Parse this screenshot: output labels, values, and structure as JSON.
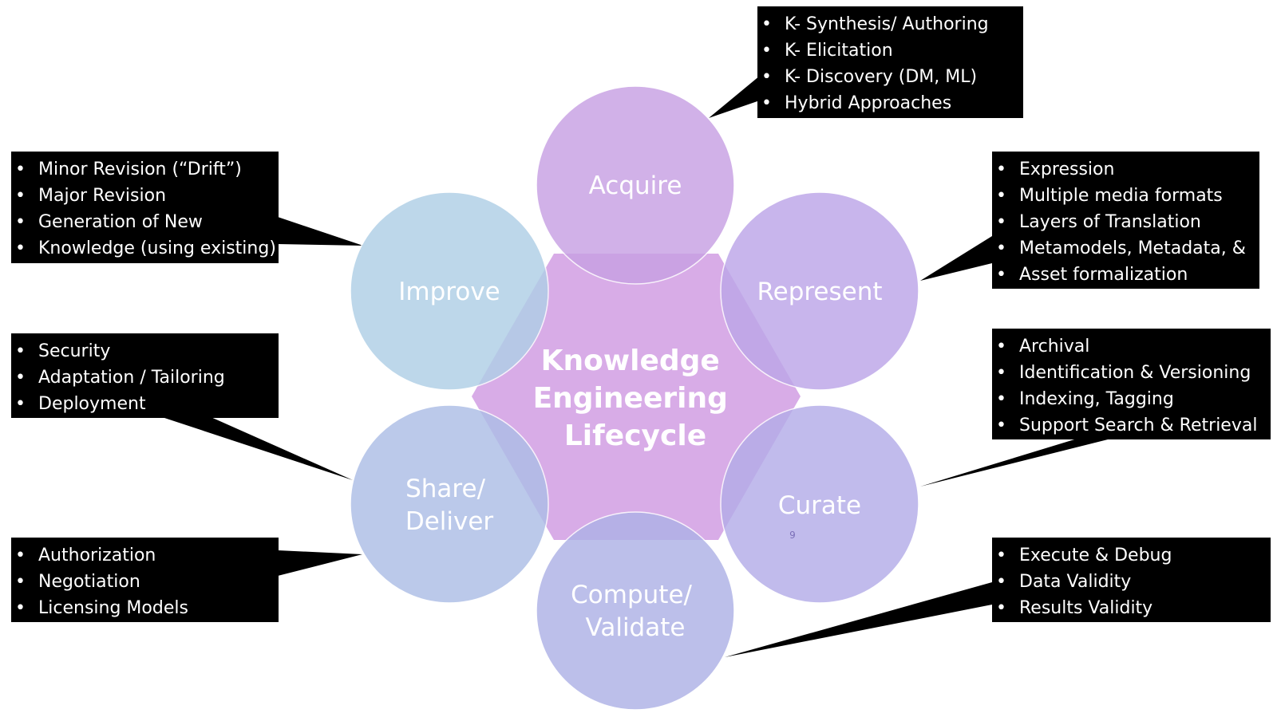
{
  "center": {
    "lines": [
      "Knowledge",
      "Engineering",
      "Lifecycle"
    ],
    "color": "#d6a8e6"
  },
  "nodes": [
    {
      "id": "acquire",
      "lines": [
        "Acquire"
      ],
      "color": "#c8a1e3"
    },
    {
      "id": "represent",
      "lines": [
        "Represent"
      ],
      "color": "#bca6e8"
    },
    {
      "id": "curate",
      "lines": [
        "Curate"
      ],
      "color": "#b4ade8"
    },
    {
      "id": "compute",
      "lines": [
        "Compute/",
        "Validate"
      ],
      "color": "#aeb2e6"
    },
    {
      "id": "share",
      "lines": [
        "Share/",
        "Deliver"
      ],
      "color": "#adbee6"
    },
    {
      "id": "improve",
      "lines": [
        "Improve"
      ],
      "color": "#afcfe6"
    }
  ],
  "callouts": {
    "acquire": [
      "K- Synthesis/ Authoring",
      "K- Elicitation",
      "K- Discovery (DM, ML)",
      "Hybrid Approaches"
    ],
    "improve": [
      "Minor Revision (“Drift”)",
      "Major Revision",
      "Generation of New",
      "Knowledge (using existing)"
    ],
    "represent": [
      "Expression",
      "Multiple media formats",
      "Layers of Translation",
      "Metamodels, Metadata, &",
      "Asset formalization"
    ],
    "security": [
      "Security",
      "Adaptation / Tailoring",
      "Deployment"
    ],
    "curate": [
      "Archival",
      "Identification & Versioning",
      "Indexing, Tagging",
      "Support Search & Retrieval"
    ],
    "licensing": [
      "Authorization",
      "Negotiation",
      "Licensing Models"
    ],
    "compute": [
      "Execute & Debug",
      "Data Validity",
      "Results Validity"
    ]
  },
  "page_number": "9"
}
